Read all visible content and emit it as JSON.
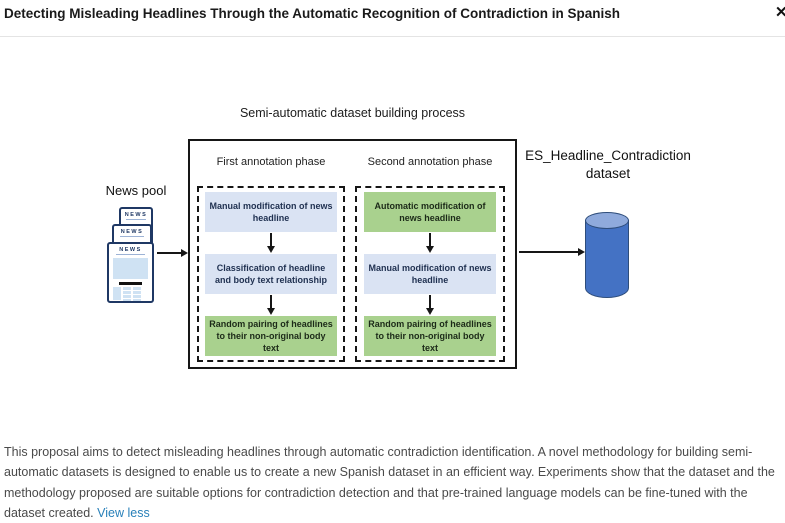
{
  "header": {
    "title": "Detecting Misleading Headlines Through the Automatic Recognition of Contradiction in Spanish",
    "close_icon": "✕"
  },
  "diagram": {
    "title": "Semi-automatic dataset building process",
    "news_pool": {
      "label": "News pool",
      "card_text": "NEWS"
    },
    "phases": [
      {
        "label": "First annotation phase",
        "steps": [
          {
            "text": "Manual modification of news headline",
            "type": "manual"
          },
          {
            "text": "Classification of headline and body text relationship",
            "type": "manual"
          },
          {
            "text": "Random pairing of headlines to their non-original body text",
            "type": "automatic"
          }
        ]
      },
      {
        "label": "Second annotation phase",
        "steps": [
          {
            "text": "Automatic modification of news headline",
            "type": "automatic"
          },
          {
            "text": "Manual modification of news headline",
            "type": "manual"
          },
          {
            "text": "Random pairing of headlines to their non-original body text",
            "type": "automatic"
          }
        ]
      }
    ],
    "output": {
      "label": "ES_Headline_Contradiction dataset"
    }
  },
  "description": {
    "text": "This proposal aims to detect misleading headlines through automatic contradiction identification. A novel methodology for building semi-automatic datasets is designed to enable us to create a new Spanish dataset in an efficient way. Experiments show that the dataset and the methodology proposed are suitable options for contradiction detection and that pre-trained language models can be fine-tuned with the dataset created.",
    "link_label": "View less"
  },
  "colors": {
    "manual_step_bg": "#dae3f3",
    "automatic_step_bg": "#a9d18e",
    "cylinder_body": "#4472c4",
    "cylinder_top": "#8faadc",
    "link": "#2980b9"
  }
}
